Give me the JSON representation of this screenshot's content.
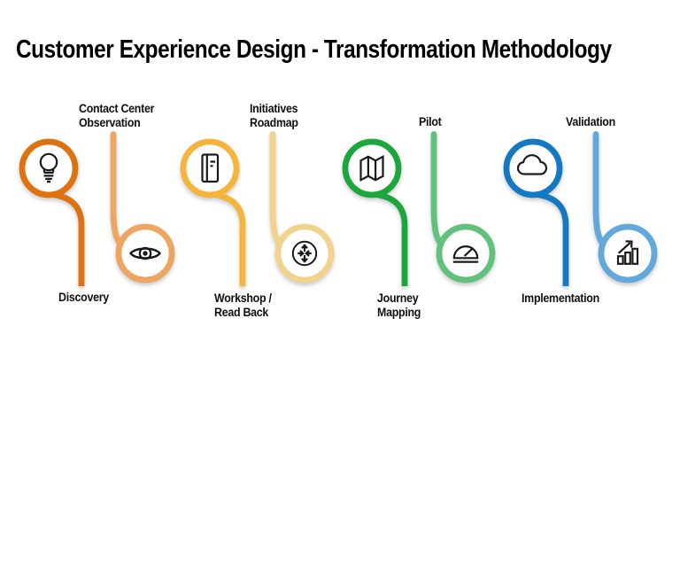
{
  "title": "Customer Experience Design - Transformation Methodology",
  "background_color": "#FFFFFF",
  "title_color": "#000000",
  "icon_stroke_color": "#1A1A1A",
  "stages": [
    {
      "label": "Discovery",
      "label_lines": [
        "Discovery"
      ],
      "icon": "lightbulb-icon",
      "color": "#DE720E",
      "row": "top"
    },
    {
      "label": "Contact Center Observation",
      "label_lines": [
        "Contact Center",
        "Observation"
      ],
      "icon": "eye-icon",
      "color": "#EDA55F",
      "row": "bottom"
    },
    {
      "label": "Workshop / Read Back",
      "label_lines": [
        "Workshop /",
        "Read Back"
      ],
      "icon": "notebook-icon",
      "color": "#F5B53C",
      "row": "top"
    },
    {
      "label": "Initiatives Roadmap",
      "label_lines": [
        "Initiatives",
        "Roadmap"
      ],
      "icon": "merge-arrows-icon",
      "color": "#F2D38E",
      "row": "bottom"
    },
    {
      "label": "Journey Mapping",
      "label_lines": [
        "Journey",
        "Mapping"
      ],
      "icon": "folded-map-icon",
      "color": "#1CA73C",
      "row": "top"
    },
    {
      "label": "Pilot",
      "label_lines": [
        "Pilot"
      ],
      "icon": "gauge-icon",
      "color": "#62C17C",
      "row": "bottom"
    },
    {
      "label": "Implementation",
      "label_lines": [
        "Implementation"
      ],
      "icon": "cloud-icon",
      "color": "#1479C2",
      "row": "top"
    },
    {
      "label": "Validation",
      "label_lines": [
        "Validation"
      ],
      "icon": "bar-chart-rising-arrow-icon",
      "color": "#63A8DA",
      "row": "bottom"
    }
  ]
}
